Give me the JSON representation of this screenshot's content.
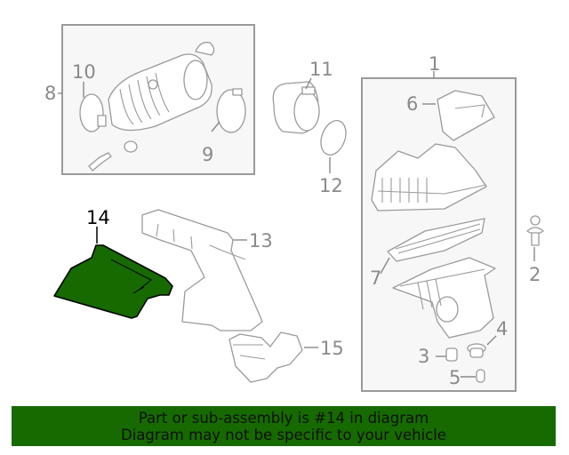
{
  "diagram": {
    "highlight_color": "#166a00",
    "callouts": [
      {
        "id": "1",
        "label": "1"
      },
      {
        "id": "2",
        "label": "2"
      },
      {
        "id": "3",
        "label": "3"
      },
      {
        "id": "4",
        "label": "4"
      },
      {
        "id": "5",
        "label": "5"
      },
      {
        "id": "6",
        "label": "6"
      },
      {
        "id": "7",
        "label": "7"
      },
      {
        "id": "8",
        "label": "8"
      },
      {
        "id": "9",
        "label": "9"
      },
      {
        "id": "10",
        "label": "10"
      },
      {
        "id": "11",
        "label": "11"
      },
      {
        "id": "12",
        "label": "12"
      },
      {
        "id": "13",
        "label": "13"
      },
      {
        "id": "14",
        "label": "14",
        "highlighted": true
      },
      {
        "id": "15",
        "label": "15"
      }
    ]
  },
  "footer": {
    "line1": "Part or sub-assembly is #14 in diagram",
    "line2": "Diagram may not be specific to your vehicle",
    "background": "#166a00"
  }
}
